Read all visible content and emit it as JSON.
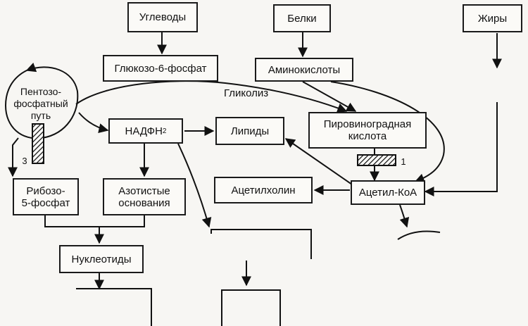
{
  "nodes": {
    "carbohydrates": "Углеводы",
    "proteins": "Белки",
    "fats": "Жиры",
    "glucose6p": "Глюкозо-6-фосфат",
    "amino_acids": "Аминокислоты",
    "pentose_pathway": "Пентозо-\nфосфатный\nпуть",
    "glycolysis": "Гликолиз",
    "nadph_main": "НАДФН",
    "nadph_sub": "2",
    "lipids": "Липиды",
    "pyruvic_acid": "Пировиноградная\nкислота",
    "ribose5p": "Рибозо-\n5-фосфат",
    "nitrogen_bases": "Азотистые\nоснования",
    "acetylcholine": "Ацетилхолин",
    "acetyl_coa": "Ацетил-КоА",
    "nucleotides": "Нуклеотиды"
  },
  "markers": {
    "marker_1": "1",
    "marker_3": "3"
  }
}
